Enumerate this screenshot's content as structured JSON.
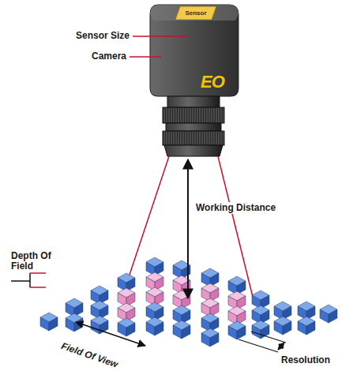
{
  "diagram": {
    "nodes": [
      {
        "text": [
          "Sensor"
        ]
      }
    ],
    "labels": [
      "Sensor Size",
      "Camera",
      "EO",
      "Working Distance",
      "Depth Of Field",
      "Field Of View",
      "Resolution"
    ]
  }
}
